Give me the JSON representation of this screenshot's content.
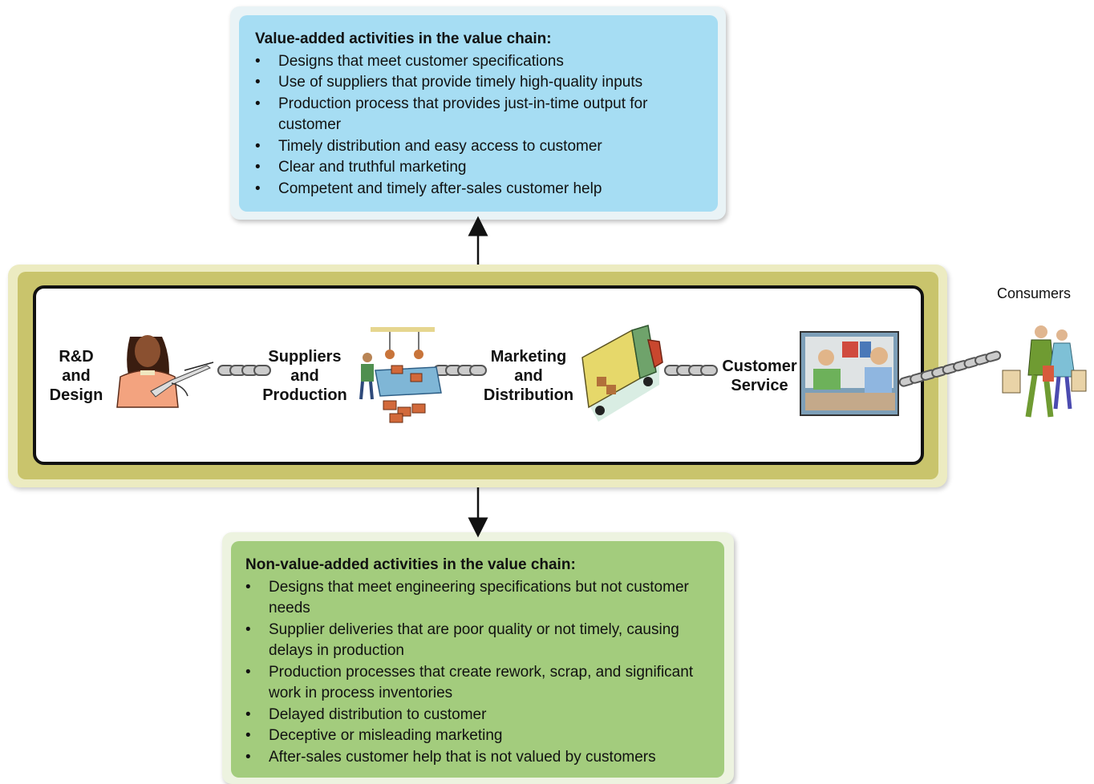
{
  "value_added": {
    "title": "Value-added activities in the value chain:",
    "items": [
      "Designs that meet customer specifications",
      "Use of suppliers that provide timely high-quality inputs",
      "Production process that provides just-in-time output for customer",
      "Timely distribution and easy access to customer",
      "Clear and truthful marketing",
      "Competent and timely after-sales customer help"
    ]
  },
  "non_value_added": {
    "title": "Non-value-added activities in the value chain:",
    "items": [
      "Designs that meet engineering specifications but not customer needs",
      "Supplier deliveries that are poor quality or not timely, causing delays in production",
      "Production processes that create rework, scrap, and significant work in process inventories",
      "Delayed distribution to customer",
      "Deceptive or misleading marketing",
      "After-sales customer help that is not valued by customers"
    ]
  },
  "chain": {
    "stages": [
      {
        "label": "R&D\nand\nDesign",
        "icon": "designer-at-computer-icon"
      },
      {
        "label": "Suppliers\nand\nProduction",
        "icon": "production-conveyor-icon"
      },
      {
        "label": "Marketing\nand\nDistribution",
        "icon": "delivery-truck-icon"
      },
      {
        "label": "Customer\nService",
        "icon": "service-counter-icon"
      }
    ],
    "consumers_label": "Consumers",
    "consumers_icon": "shoppers-icon",
    "link_icon": "chain-link-icon"
  },
  "colors": {
    "value_added_fill": "#a6ddf3",
    "non_value_added_fill": "#a3cc7d",
    "chain_band": "#c9c46c"
  }
}
